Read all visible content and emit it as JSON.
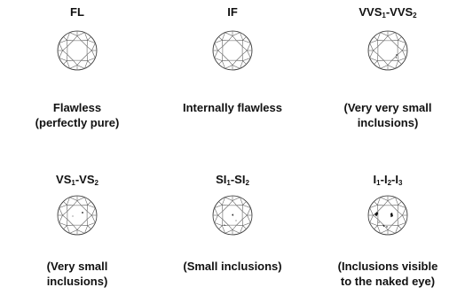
{
  "grades": [
    {
      "id": "fl",
      "code": [
        {
          "t": "FL"
        }
      ],
      "inclusions": "none",
      "desc": [
        "Flawless",
        "(perfectly pure)"
      ]
    },
    {
      "id": "if",
      "code": [
        {
          "t": "IF"
        }
      ],
      "inclusions": "none",
      "desc": [
        "Internally flawless"
      ]
    },
    {
      "id": "vvs",
      "code": [
        {
          "t": "VVS"
        },
        {
          "sub": "1"
        },
        {
          "t": "-VVS"
        },
        {
          "sub": "2"
        }
      ],
      "inclusions": "tiny",
      "desc": [
        "(Very very small",
        "inclusions)"
      ]
    },
    {
      "id": "vs",
      "code": [
        {
          "t": "VS"
        },
        {
          "sub": "1"
        },
        {
          "t": "-VS"
        },
        {
          "sub": "2"
        }
      ],
      "inclusions": "small",
      "desc": [
        "(Very small",
        "inclusions)"
      ]
    },
    {
      "id": "si",
      "code": [
        {
          "t": "SI"
        },
        {
          "sub": "1"
        },
        {
          "t": "-SI"
        },
        {
          "sub": "2"
        }
      ],
      "inclusions": "medium",
      "desc": [
        "(Small inclusions)"
      ]
    },
    {
      "id": "i",
      "code": [
        {
          "t": "I"
        },
        {
          "sub": "1"
        },
        {
          "t": "-I"
        },
        {
          "sub": "2"
        },
        {
          "t": "-I"
        },
        {
          "sub": "3"
        }
      ],
      "inclusions": "large",
      "desc": [
        "(Inclusions visible",
        "to the naked eye)"
      ]
    }
  ]
}
